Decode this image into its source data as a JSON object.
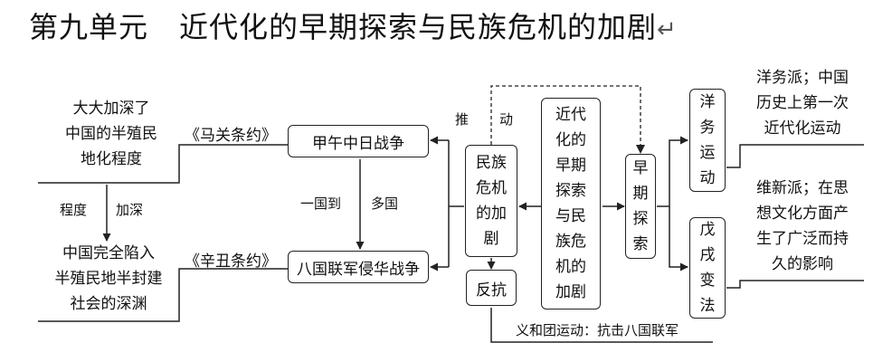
{
  "title": {
    "unit": "第九单元",
    "topic": "近代化的早期探索与民族危机的加剧",
    "return_mark": "↵"
  },
  "left": {
    "deepen_text_lines": [
      "大大加深了",
      "中国的半殖民",
      "地化程度"
    ],
    "deepen_labels": [
      "程度",
      "加深"
    ],
    "complete_text_lines": [
      "中国完全陷入",
      "半殖民地半封建",
      "社会的深渊"
    ],
    "treaty_1": "《马关条约》",
    "treaty_2": "《辛丑条约》"
  },
  "wars": {
    "war_1": "甲午中日战争",
    "war_2": "八国联军侵华战争",
    "between_labels": [
      "一国到",
      "多国"
    ]
  },
  "center": {
    "crisis_chars": [
      "民",
      "族",
      "危",
      "机",
      "的",
      "加",
      "剧"
    ],
    "resist": "反抗",
    "push_chars": [
      "推",
      "动"
    ],
    "theme_chars": [
      "近",
      "代",
      "化",
      "的",
      "早",
      "期",
      "探",
      "索",
      "与",
      "民",
      "族",
      "危",
      "机",
      "的",
      "加",
      "剧"
    ],
    "boxer_note": "义和团运动：抗击八国联军"
  },
  "right": {
    "exploration_chars": [
      "早",
      "期",
      "探",
      "索"
    ],
    "westernization_chars": [
      "洋",
      "务",
      "运",
      "动"
    ],
    "reform_chars": [
      "戊",
      "戌",
      "变",
      "法"
    ],
    "westernization_note_lines": [
      "洋务派；中国",
      "历史上第一次",
      "近代化运动"
    ],
    "reform_note_lines": [
      "维新派；在思",
      "想文化方面产",
      "生了广泛而持",
      "久的影响"
    ]
  }
}
